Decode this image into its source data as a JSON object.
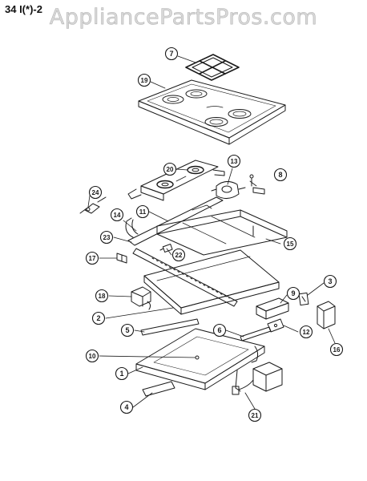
{
  "header": {
    "page_code": "34 I(*)-2",
    "watermark": "AppliancePartsPros.com"
  },
  "colors": {
    "ink": "#1a1a1a",
    "paper": "#ffffff",
    "watermark": "#9a9a9a"
  },
  "callouts": [
    {
      "id": "c7",
      "label": "7"
    },
    {
      "id": "c19",
      "label": "19"
    },
    {
      "id": "c20",
      "label": "20"
    },
    {
      "id": "c13",
      "label": "13"
    },
    {
      "id": "c8",
      "label": "8"
    },
    {
      "id": "c24",
      "label": "24"
    },
    {
      "id": "c11",
      "label": "11"
    },
    {
      "id": "c14",
      "label": "14"
    },
    {
      "id": "c23",
      "label": "23"
    },
    {
      "id": "c22",
      "label": "22"
    },
    {
      "id": "c15",
      "label": "15"
    },
    {
      "id": "c17",
      "label": "17"
    },
    {
      "id": "c18",
      "label": "18"
    },
    {
      "id": "c9",
      "label": "9"
    },
    {
      "id": "c3",
      "label": "3"
    },
    {
      "id": "c2",
      "label": "2"
    },
    {
      "id": "c5",
      "label": "5"
    },
    {
      "id": "c6",
      "label": "6"
    },
    {
      "id": "c12",
      "label": "12"
    },
    {
      "id": "c16",
      "label": "16"
    },
    {
      "id": "c10",
      "label": "10"
    },
    {
      "id": "c1",
      "label": "1"
    },
    {
      "id": "c4",
      "label": "4"
    },
    {
      "id": "c21",
      "label": "21"
    }
  ]
}
